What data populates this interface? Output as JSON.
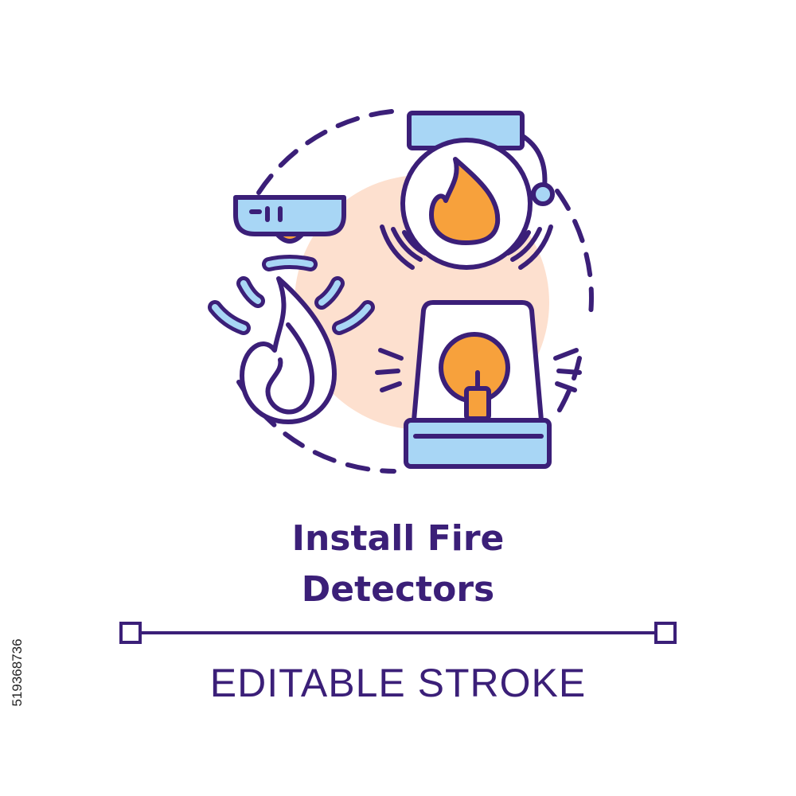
{
  "title": {
    "line1": "Install Fire",
    "line2": "Detectors"
  },
  "subtitle": "EDITABLE STROKE",
  "stock_id": "519368736",
  "colors": {
    "outline": "#3b1f78",
    "blue_fill": "#a8d6f5",
    "orange_fill": "#f7a13c",
    "peach_bg": "#fde0cf",
    "white": "#ffffff"
  },
  "icons": [
    "smoke-detector-icon",
    "smoke-icon",
    "fire-alarm-bell-icon",
    "flame-icon",
    "alarm-beacon-icon"
  ]
}
